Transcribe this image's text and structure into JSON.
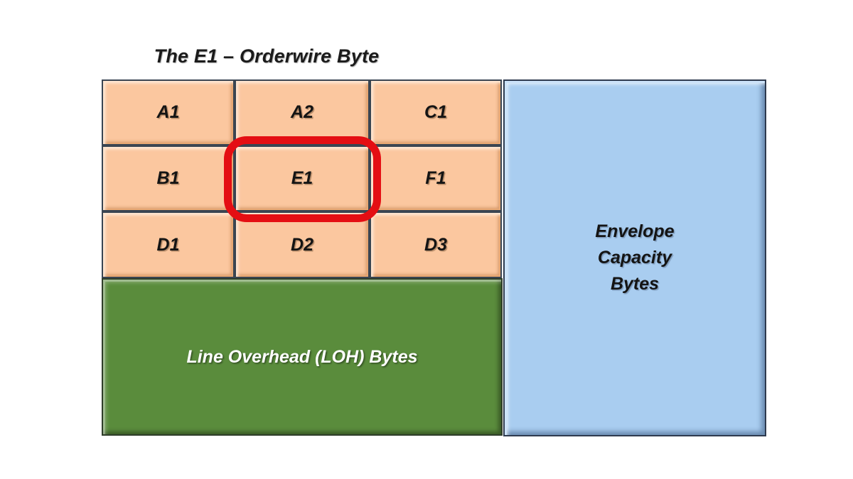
{
  "title": "The E1 – Orderwire Byte",
  "cells": [
    {
      "label": "A1"
    },
    {
      "label": "A2"
    },
    {
      "label": "C1"
    },
    {
      "label": "B1"
    },
    {
      "label": "E1"
    },
    {
      "label": "F1"
    },
    {
      "label": "D1"
    },
    {
      "label": "D2"
    },
    {
      "label": "D3"
    }
  ],
  "highlight": {
    "target": "E1",
    "color": "#E40E13"
  },
  "loh": {
    "label": "Line Overhead (LOH) Bytes"
  },
  "envelope": {
    "label": "Envelope Capacity Bytes",
    "lines": [
      "Envelope",
      "Capacity",
      "Bytes"
    ]
  },
  "colors": {
    "cell_fill": "#FBC79F",
    "cell_border": "#3A4552",
    "loh_fill": "#5A8C3C",
    "loh_text": "#FFFFFF",
    "envelope_fill": "#A9CDF0",
    "highlight_red": "#E40E13",
    "title_text": "#1B1B1B",
    "background": "#FFFFFF"
  }
}
